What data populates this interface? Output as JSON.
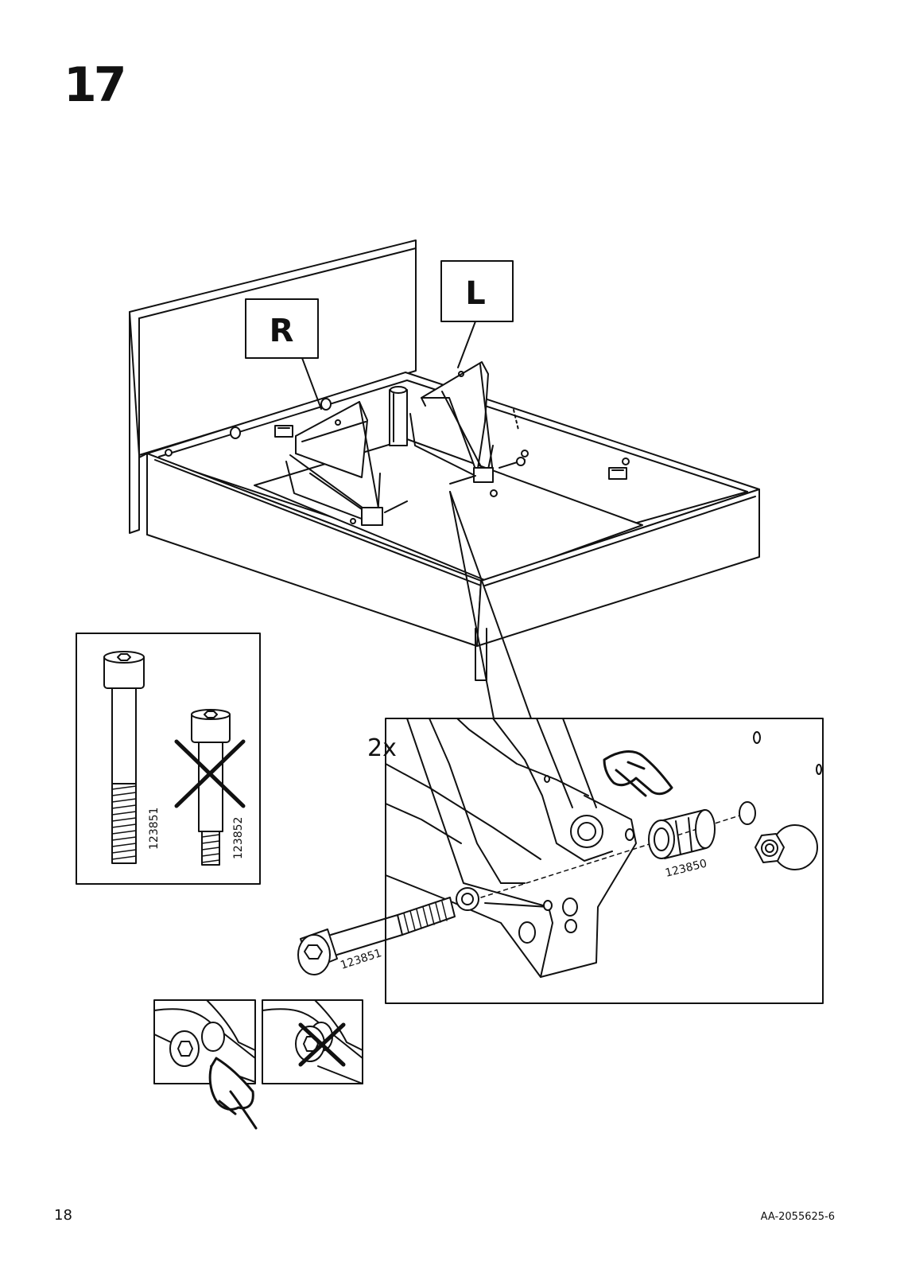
{
  "step": {
    "number": "17"
  },
  "labels": {
    "right_bracket": "R",
    "left_bracket": "L",
    "quantity": "2x"
  },
  "parts": {
    "correct_bolt": "123851",
    "wrong_bolt": "123852",
    "bushing": "123850",
    "detail_bolt": "123851"
  },
  "footer": {
    "page_number": "18",
    "document_code": "AA-2055625-6"
  }
}
